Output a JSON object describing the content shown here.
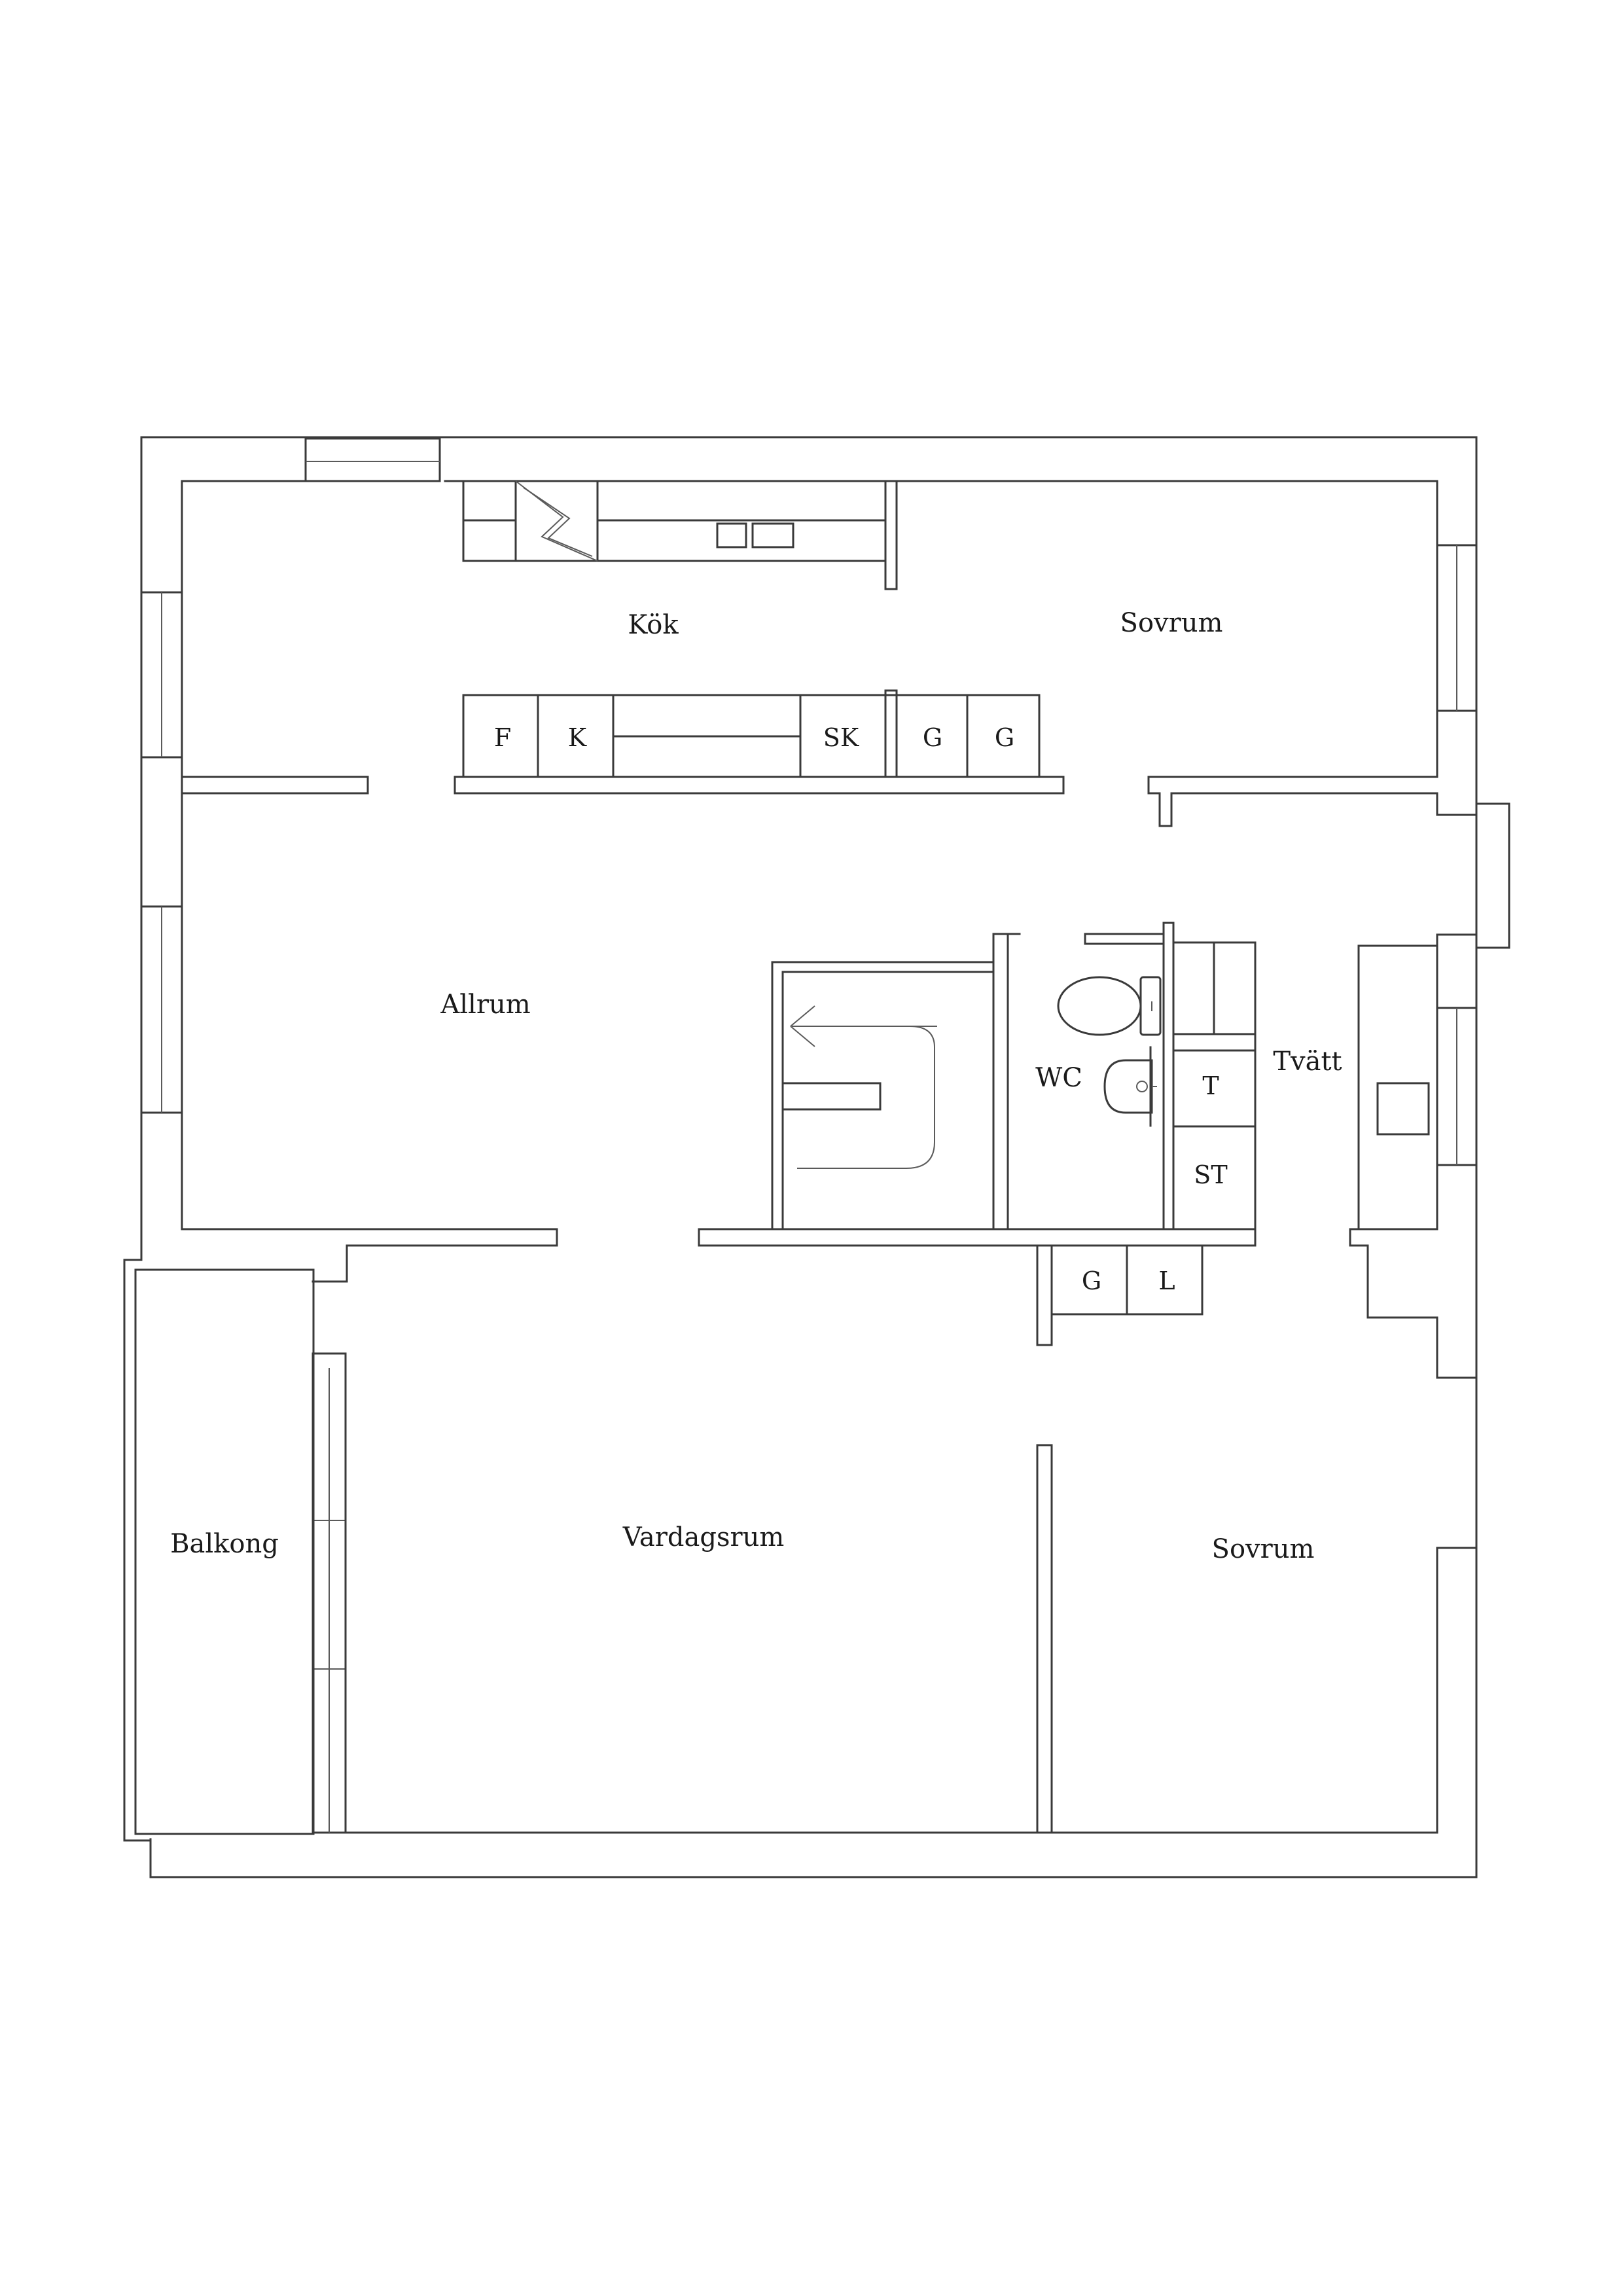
{
  "rooms": {
    "kitchen": "Kök",
    "bedroom_north": "Sovrum",
    "family_room": "Allrum",
    "wc": "WC",
    "laundry": "Tvätt",
    "balcony": "Balkong",
    "living_room": "Vardagsrum",
    "bedroom_south": "Sovrum"
  },
  "fixtures": {
    "fridge": "F",
    "freezer": "K",
    "cabinet_sk": "SK",
    "wardrobe_1": "G",
    "wardrobe_2": "G",
    "dryer": "T",
    "drying_cabinet": "ST",
    "hall_wardrobe": "G",
    "linen_closet": "L"
  },
  "icons": {
    "stair_arrow": "arrow-left-icon",
    "stove": "stove-icon",
    "toilet": "toilet-icon",
    "sink": "sink-icon"
  },
  "colors": {
    "line": "#3a3a3a",
    "background": "#ffffff"
  }
}
